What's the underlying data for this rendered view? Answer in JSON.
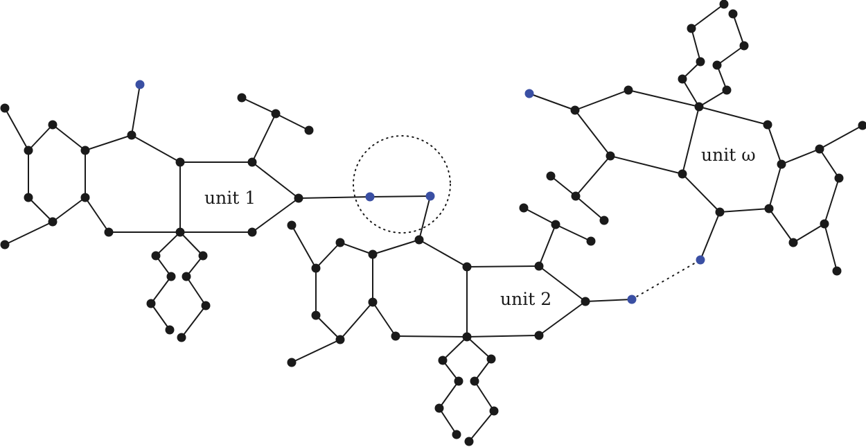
{
  "labels": {
    "unit1": "unit 1",
    "unit2": "unit 2",
    "unit_omega": "unit ω"
  },
  "colors": {
    "node": "#1a1a1a",
    "terminal_node": "#3a4fa3",
    "edge": "#1a1a1a",
    "background": "#ffffff"
  }
}
